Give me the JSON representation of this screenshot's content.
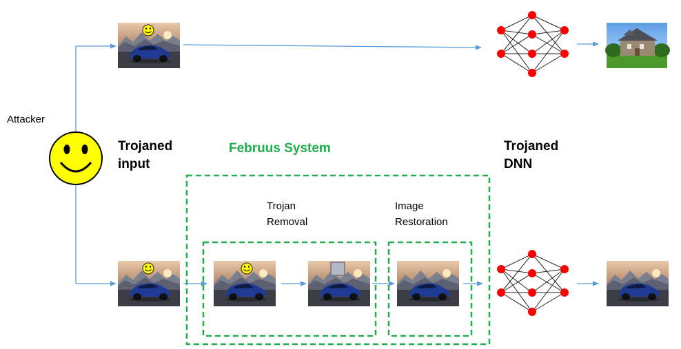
{
  "labels": {
    "attacker": "Attacker",
    "trojaned_input_1": "Trojaned",
    "trojaned_input_2": "input",
    "februus_system": "Februus System",
    "trojaned_dnn_1": "Trojaned",
    "trojaned_dnn_2": "DNN",
    "trojan_removal_1": "Trojan",
    "trojan_removal_2": "Removal",
    "image_restoration_1": "Image",
    "image_restoration_2": "Restoration"
  },
  "colors": {
    "arrow": "#5b9bd5",
    "dashed_box": "#1fae4b",
    "neuron": "#ff0000",
    "smiley": "#ffff00",
    "car": "#1f3a93",
    "sky_dusk": "#c99a78",
    "house_sky": "#6fa9e8",
    "grass": "#4c9a2a"
  },
  "icons": {
    "attacker": "smiley-face-icon",
    "trigger": "smiley-trigger-icon",
    "mask": "grey-square-mask-icon",
    "network": "neural-network-icon",
    "output_top": "house-image",
    "output_bottom": "car-image"
  }
}
